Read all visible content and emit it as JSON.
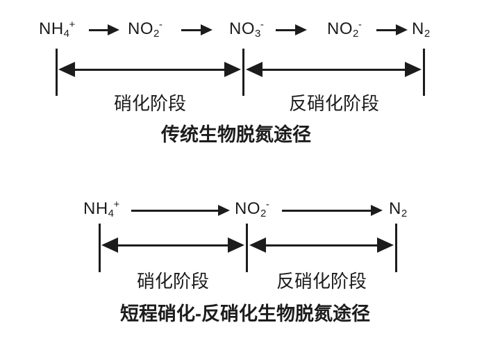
{
  "figure": {
    "background": "#ffffff",
    "ink": "#1c1c1c"
  },
  "diagrams": [
    {
      "title": "传统生物脱氮途径",
      "species": [
        {
          "base": "NH",
          "sub": "4",
          "sup": "+"
        },
        {
          "base": "NO",
          "sub": "2",
          "sup": "-"
        },
        {
          "base": "NO",
          "sub": "3",
          "sup": "-"
        },
        {
          "base": "NO",
          "sub": "2",
          "sup": "-"
        },
        {
          "base": "N",
          "sub": "2",
          "sup": ""
        }
      ],
      "stages": [
        {
          "label": "硝化阶段"
        },
        {
          "label": "反硝化阶段"
        }
      ]
    },
    {
      "title": "短程硝化-反硝化生物脱氮途径",
      "species": [
        {
          "base": "NH",
          "sub": "4",
          "sup": "+"
        },
        {
          "base": "NO",
          "sub": "2",
          "sup": "-"
        },
        {
          "base": "N",
          "sub": "2",
          "sup": ""
        }
      ],
      "stages": [
        {
          "label": "硝化阶段"
        },
        {
          "label": "反硝化阶段"
        }
      ]
    }
  ]
}
